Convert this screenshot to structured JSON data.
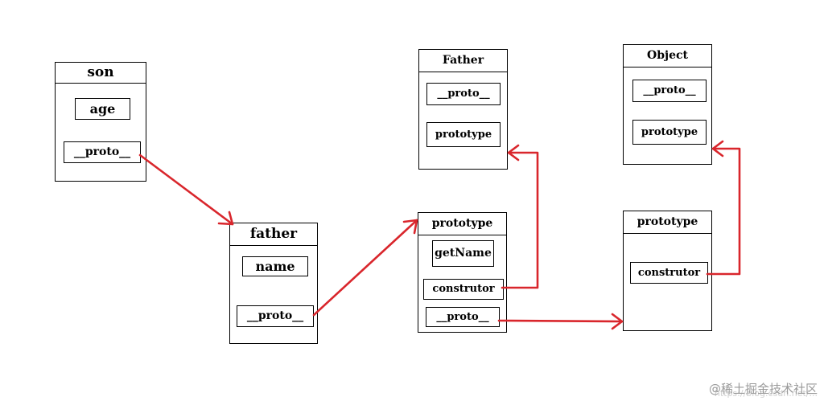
{
  "diagram": {
    "son": {
      "title": "son",
      "fields": [
        "age",
        "__proto__"
      ]
    },
    "father": {
      "title": "father",
      "fields": [
        "name",
        "__proto__"
      ]
    },
    "father_prototype": {
      "title": "prototype",
      "fields": [
        "getName",
        "construtor",
        "__proto__"
      ]
    },
    "Father": {
      "title": "Father",
      "fields": [
        "__proto__",
        "prototype"
      ]
    },
    "object_prototype": {
      "title": "prototype",
      "fields": [
        "construtor"
      ]
    },
    "Object": {
      "title": "Object",
      "fields": [
        "__proto__",
        "prototype"
      ]
    }
  },
  "colors": {
    "arrow": "#d9262c",
    "border": "#000000"
  },
  "watermark": {
    "text": "@稀土掘金技术社区",
    "faint_text": "https://blog.csdn.net/..."
  }
}
